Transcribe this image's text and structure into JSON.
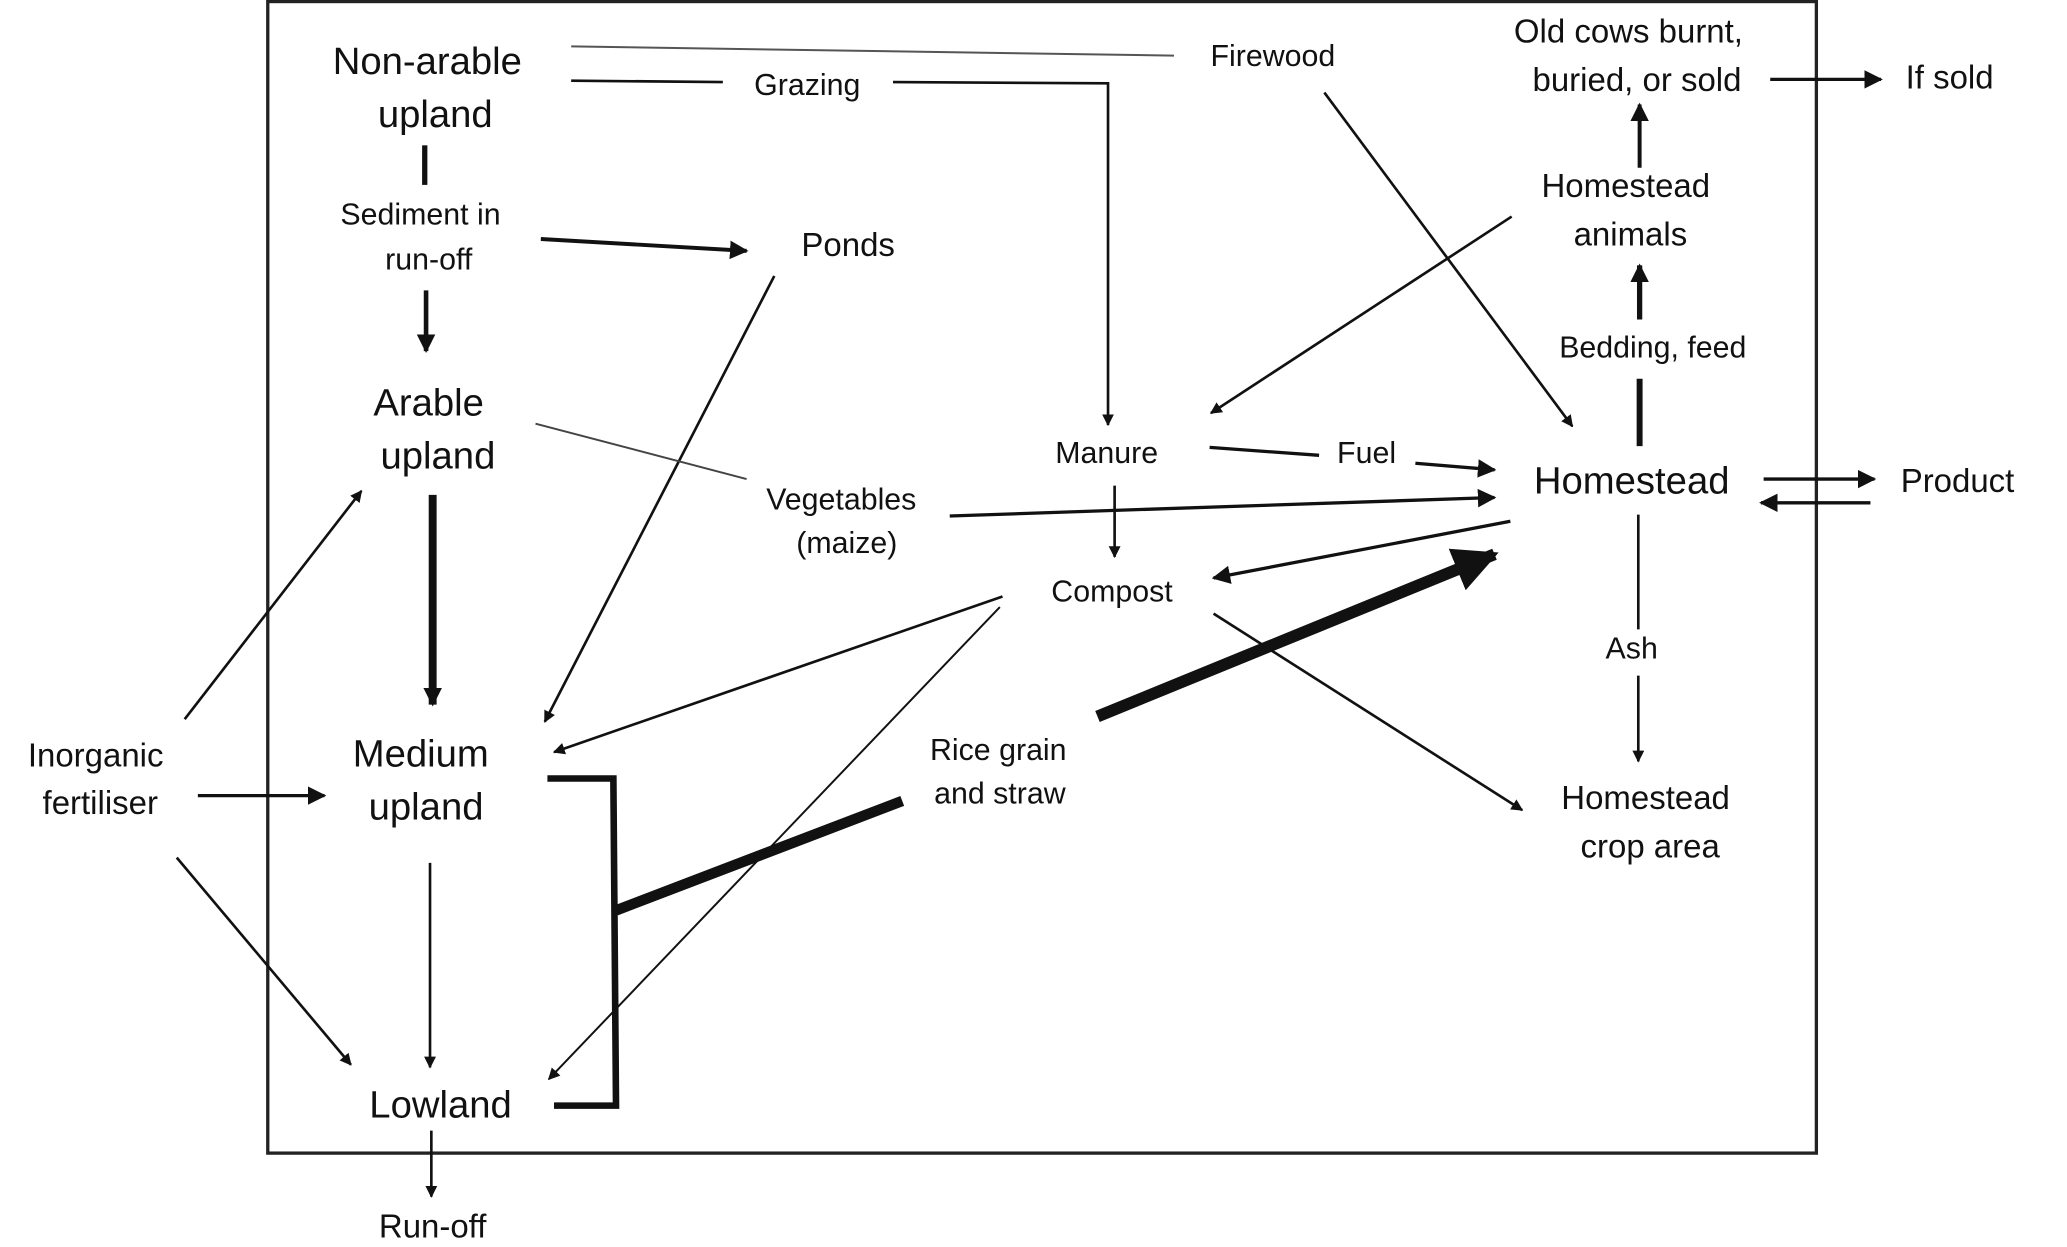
{
  "diagram": {
    "nodes": {
      "non_arable_upland": [
        "Non-arable",
        "upland"
      ],
      "sediment_runoff": [
        "Sediment in",
        "run-off"
      ],
      "arable_upland": [
        "Arable",
        "upland"
      ],
      "medium_upland": [
        "Medium",
        "upland"
      ],
      "lowland": [
        "Lowland"
      ],
      "runoff": [
        "Run-off"
      ],
      "inorganic_fertiliser": [
        "Inorganic",
        "fertiliser"
      ],
      "ponds": [
        "Ponds"
      ],
      "grazing": [
        "Grazing"
      ],
      "firewood": [
        "Firewood"
      ],
      "manure": [
        "Manure"
      ],
      "fuel": [
        "Fuel"
      ],
      "vegetables": [
        "Vegetables",
        "(maize)"
      ],
      "compost": [
        "Compost"
      ],
      "rice": [
        "Rice grain",
        "and straw"
      ],
      "homestead": [
        "Homestead"
      ],
      "homestead_animals": [
        "Homestead",
        "animals"
      ],
      "old_cows": [
        "Old cows burnt,",
        "buried, or sold"
      ],
      "if_sold": [
        "If sold"
      ],
      "bedding_feed": [
        "Bedding, feed"
      ],
      "product": [
        "Product"
      ],
      "ash": [
        "Ash"
      ],
      "homestead_crop_area": [
        "Homestead",
        "crop area"
      ]
    },
    "edges": [
      {
        "from": "Non-arable upland",
        "to": "Sediment in run-off"
      },
      {
        "from": "Sediment in run-off",
        "to": "Arable upland"
      },
      {
        "from": "Sediment in run-off",
        "to": "Ponds"
      },
      {
        "from": "Ponds",
        "to": "Medium upland"
      },
      {
        "from": "Arable upland",
        "to": "Medium upland",
        "weight": "heavy"
      },
      {
        "from": "Medium upland",
        "to": "Lowland"
      },
      {
        "from": "Lowland",
        "to": "Run-off"
      },
      {
        "from": "Inorganic fertiliser",
        "to": "Arable upland"
      },
      {
        "from": "Inorganic fertiliser",
        "to": "Medium upland"
      },
      {
        "from": "Inorganic fertiliser",
        "to": "Lowland"
      },
      {
        "from": "Non-arable upland",
        "to": "Firewood"
      },
      {
        "from": "Firewood",
        "to": "Homestead"
      },
      {
        "from": "Non-arable upland",
        "to": "Grazing"
      },
      {
        "from": "Grazing",
        "to": "Manure"
      },
      {
        "from": "Homestead animals",
        "to": "Manure"
      },
      {
        "from": "Manure",
        "to": "Fuel"
      },
      {
        "from": "Fuel",
        "to": "Homestead"
      },
      {
        "from": "Manure",
        "to": "Compost"
      },
      {
        "from": "Arable upland",
        "to": "Vegetables (maize)"
      },
      {
        "from": "Vegetables (maize)",
        "to": "Homestead"
      },
      {
        "from": "Homestead",
        "to": "Compost"
      },
      {
        "from": "Compost",
        "to": "Medium upland"
      },
      {
        "from": "Compost",
        "to": "Lowland"
      },
      {
        "from": "Compost",
        "to": "Homestead crop area"
      },
      {
        "from": "Medium upland + Lowland",
        "to": "Rice grain and straw",
        "weight": "heavy"
      },
      {
        "from": "Rice grain and straw",
        "to": "Homestead",
        "weight": "heavy"
      },
      {
        "from": "Homestead",
        "to": "Bedding, feed"
      },
      {
        "from": "Bedding, feed",
        "to": "Homestead animals"
      },
      {
        "from": "Homestead animals",
        "to": "Old cows burnt, buried, or sold"
      },
      {
        "from": "Old cows burnt, buried, or sold",
        "to": "If sold"
      },
      {
        "from": "Homestead",
        "to": "Product"
      },
      {
        "from": "Product",
        "to": "Homestead"
      },
      {
        "from": "Homestead",
        "to": "Ash"
      },
      {
        "from": "Ash",
        "to": "Homestead crop area"
      }
    ]
  }
}
